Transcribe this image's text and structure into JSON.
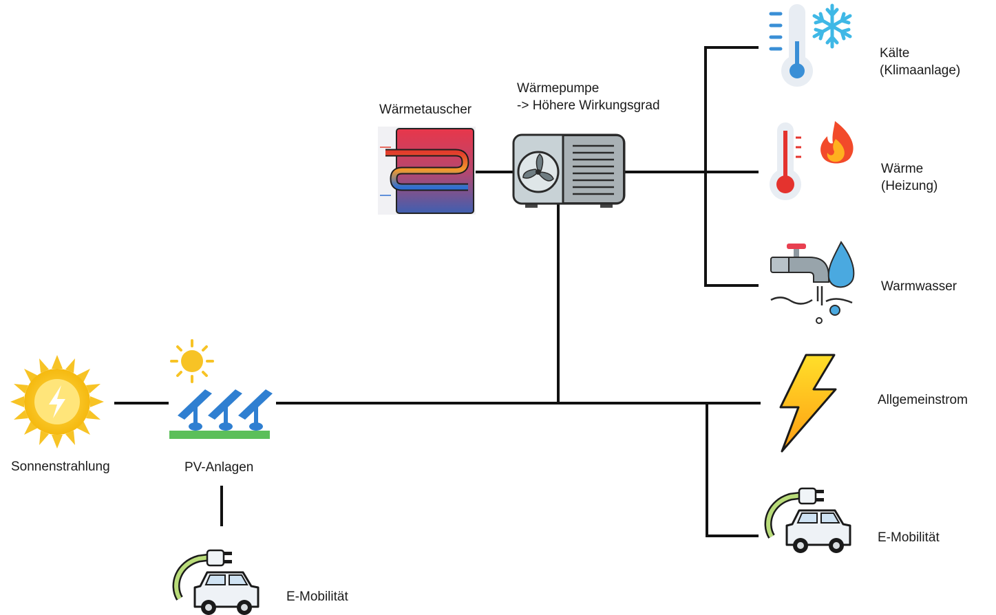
{
  "labels": {
    "sun": "Sonnenstrahlung",
    "pv": "PV-Anlagen",
    "ev_left": "E-Mobilität",
    "heat_exchanger": "Wärmetauscher",
    "heat_pump_line1": "Wärmepumpe",
    "heat_pump_line2": "-> Höhere Wirkungsgrad",
    "cold_line1": "Kälte",
    "cold_line2": "(Klimaanlage)",
    "heat_line1": "Wärme",
    "heat_line2": "(Heizung)",
    "hot_water": "Warmwasser",
    "general_power": "Allgemeinstrom",
    "ev_right": "E-Mobilität"
  },
  "icons": [
    "sun-icon",
    "solar-panel-icon",
    "heat-exchanger-icon",
    "heat-pump-icon",
    "cold-thermometer-icon",
    "snowflake-icon",
    "hot-thermometer-icon",
    "flame-icon",
    "water-tap-icon",
    "lightning-icon",
    "electric-car-icon"
  ],
  "colors": {
    "line": "#111111",
    "sun": "#f7c325",
    "panel": "#2f7fd1",
    "grass": "#5cbf5a",
    "hot": "#e4332e",
    "cold": "#3a8fd6",
    "bolt": "#ffd21f"
  }
}
